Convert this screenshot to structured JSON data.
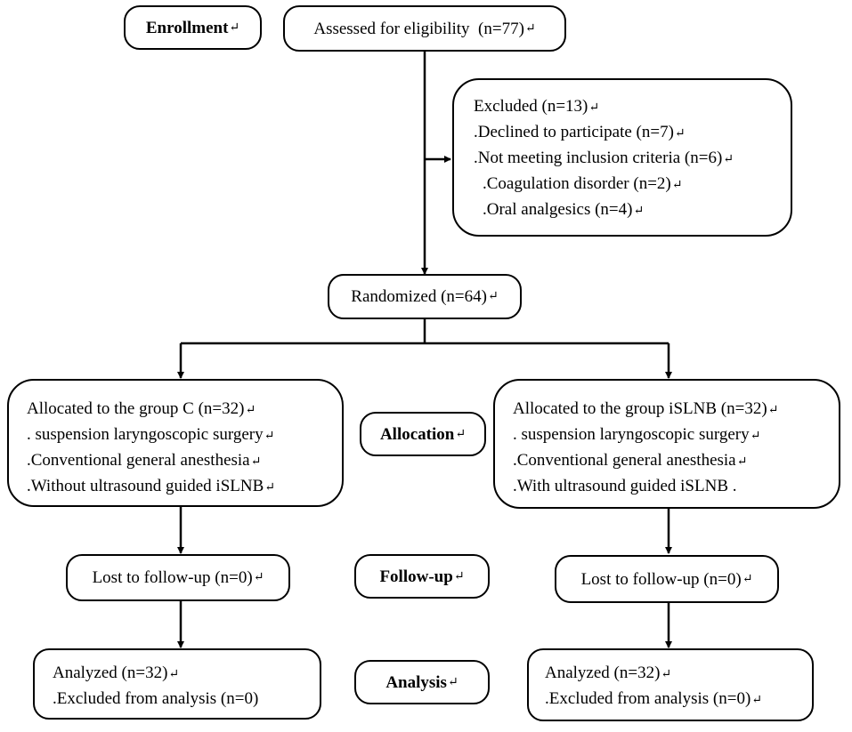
{
  "mark": "↵",
  "stages": {
    "enrollment": "Enrollment",
    "allocation": "Allocation",
    "followup": "Follow-up",
    "analysis": "Analysis"
  },
  "assessed": "Assessed for eligibility  (n=77)",
  "excluded": {
    "title": "Excluded (n=13)",
    "declined": ".Declined to participate (n=7)",
    "not_meeting": ".Not meeting inclusion criteria (n=6)",
    "coagulation": ".Coagulation disorder (n=2)",
    "oral": ".Oral analgesics (n=4)"
  },
  "randomized": "Randomized (n=64)",
  "group_c": {
    "title": "Allocated to the group C (n=32)",
    "line1": ". suspension laryngoscopic surgery",
    "line2": ".Conventional general anesthesia",
    "line3": ".Without ultrasound guided iSLNB"
  },
  "group_islnb": {
    "title": "Allocated to the group iSLNB (n=32)",
    "line1": ". suspension laryngoscopic surgery",
    "line2": ".Conventional general anesthesia",
    "line3": ".With ultrasound guided iSLNB ."
  },
  "lost_c": "Lost to follow-up (n=0)",
  "lost_islnb": "Lost to follow-up (n=0)",
  "analyzed_c": {
    "title": "Analyzed (n=32)",
    "excluded": ".Excluded from analysis (n=0)"
  },
  "analyzed_islnb": {
    "title": "Analyzed (n=32)",
    "excluded": ".Excluded from analysis (n=0)"
  }
}
